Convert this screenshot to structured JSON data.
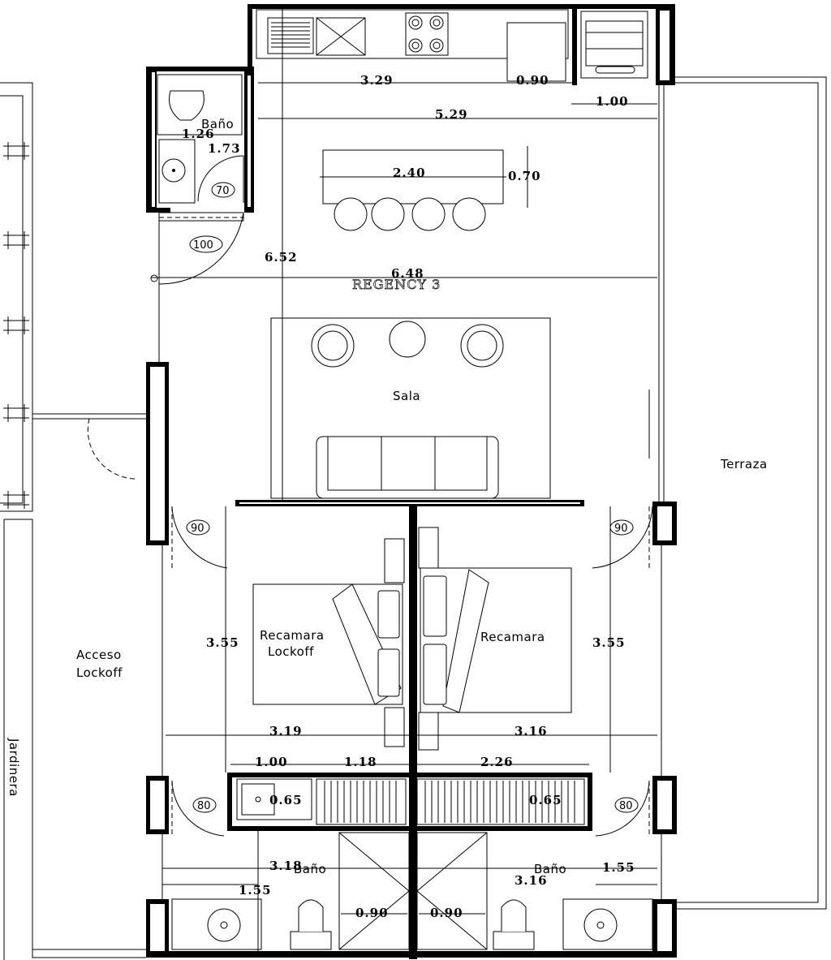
{
  "rooms": {
    "bano_top": "Baño",
    "sala": "Sala",
    "terraza": "Terraza",
    "acceso_line1": "Acceso",
    "acceso_line2": "Lockoff",
    "jardinera": "Jardinera",
    "recamara_lockoff_line1": "Recamara",
    "recamara_lockoff_line2": "Lockoff",
    "recamara": "Recamara",
    "bano_bottom_left": "Baño",
    "bano_bottom_right": "Baño"
  },
  "title_label": "REGENCY 3",
  "dimensions": {
    "kitchen_left": "3.29",
    "kitchen_right": "0.90",
    "top_right": "1.00",
    "kitchen_total": "5.29",
    "bath_width": "1.26",
    "bath_depth": "1.73",
    "island_length": "2.40",
    "island_depth": "0.70",
    "height_left": "6.52",
    "width_total": "6.48",
    "lockoff_height": "3.55",
    "recamara_height": "3.55",
    "lockoff_width": "3.19",
    "recamara_width": "3.16",
    "closet_a": "1.00",
    "closet_b": "1.18",
    "closet_c": "2.26",
    "closet_depth_left": "0.65",
    "closet_depth_right": "0.65",
    "bath_left_width": "3.18",
    "bath_left_depth": "1.55",
    "bath_right_width": "3.16",
    "bath_right_depth": "1.55",
    "shower_left": "0.90",
    "shower_right": "0.90"
  },
  "doors": {
    "bath_top_door": "70",
    "entry_door": "100",
    "lockoff_door": "90",
    "recamara_door": "90",
    "bath_left_door": "80",
    "bath_right_door": "80"
  }
}
